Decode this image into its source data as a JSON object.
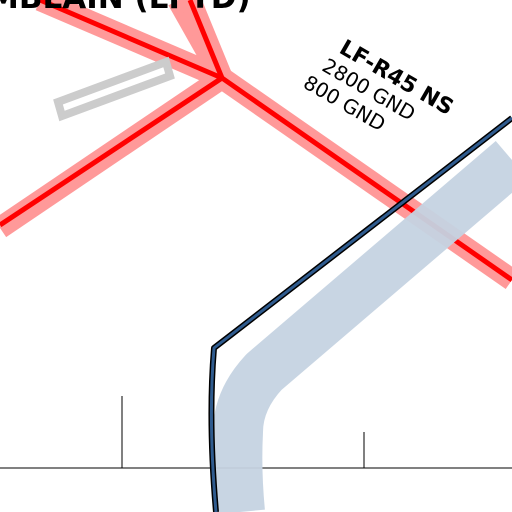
{
  "map": {
    "aerodrome_label": "MBLAIN (LFTD)",
    "zone": {
      "name": "LF-R45 NS",
      "upper_limit": "2800 GND",
      "lower_limit": "800 GND"
    },
    "colors": {
      "route": "#ff0000",
      "route_halo": "#ff9999",
      "zone_border": "#1f3f66",
      "zone_halo": "#c5d3e2",
      "runway": "#cccccc",
      "grid": "#000000"
    }
  }
}
